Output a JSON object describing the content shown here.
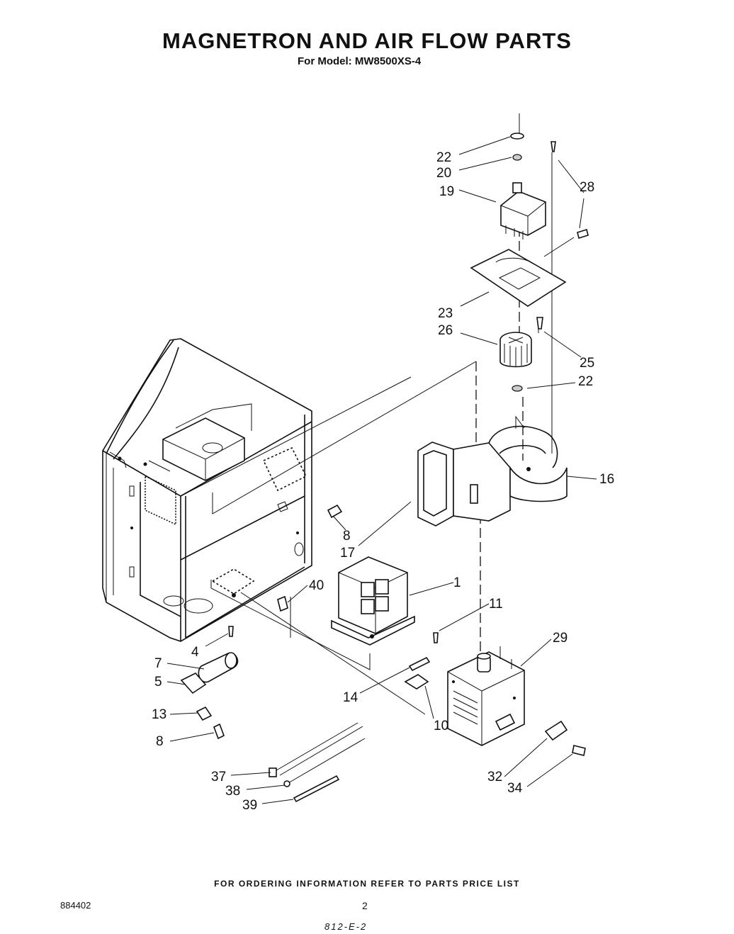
{
  "title": "MAGNETRON AND AIR FLOW PARTS",
  "subtitle": "For Model: MW8500XS-4",
  "footer": "FOR ORDERING INFORMATION REFER TO PARTS PRICE LIST",
  "doc_id": "884402",
  "page_number": "2",
  "handwritten_note": "812-E-2",
  "callouts": {
    "c22a": "22",
    "c20": "20",
    "c19": "19",
    "c28": "28",
    "c23": "23",
    "c26": "26",
    "c25": "25",
    "c22b": "22",
    "c16": "16",
    "c8a": "8",
    "c17": "17",
    "c40": "40",
    "c1": "1",
    "c11": "11",
    "c29": "29",
    "c4": "4",
    "c7": "7",
    "c5": "5",
    "c13": "13",
    "c8b": "8",
    "c14": "14",
    "c10": "10",
    "c37": "37",
    "c38": "38",
    "c39": "39",
    "c32": "32",
    "c34": "34"
  }
}
